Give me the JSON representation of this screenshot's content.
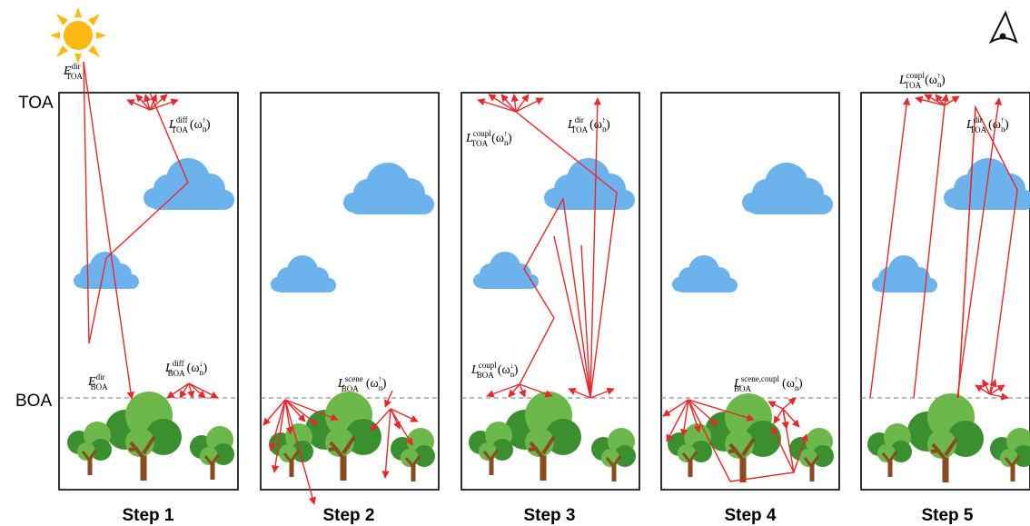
{
  "levels": {
    "top": "TOA",
    "bottom": "BOA"
  },
  "steps": [
    "Step 1",
    "Step 2",
    "Step 3",
    "Step 4",
    "Step 5"
  ],
  "labels": {
    "s1_e_toa": {
      "base": "E",
      "sup": "dir",
      "sub": "TOA",
      "arg": ""
    },
    "s1_l_toa": {
      "base": "L",
      "sup": "diff",
      "sub": "TOA",
      "arg": "(ω",
      "argsub": "n",
      "argsup": "↑",
      "argend": ")"
    },
    "s1_e_boa": {
      "base": "E",
      "sup": "dir",
      "sub": "BOA",
      "arg": ""
    },
    "s1_l_boa": {
      "base": "L",
      "sup": "diff",
      "sub": "BOA",
      "arg": "(ω",
      "argsub": "n",
      "argsup": "↓",
      "argend": ")"
    },
    "s2_l_boa": {
      "base": "L",
      "sup": "scene",
      "sub": "BOA",
      "arg": "(ω",
      "argsub": "n",
      "argsup": "↑",
      "argend": ")"
    },
    "s3_l_coupl_toa": {
      "base": "L",
      "sup": "coupl",
      "sub": "TOA",
      "arg": "(ω",
      "argsub": "n",
      "argsup": "↑",
      "argend": ")"
    },
    "s3_l_dir_toa": {
      "base": "L",
      "sup": "dir",
      "sub": "TOA",
      "arg": "(ω",
      "argsub": "n",
      "argsup": "↑",
      "argend": ")"
    },
    "s3_l_coupl_boa": {
      "base": "L",
      "sup": "coupl",
      "sub": "BOA",
      "arg": "(ω",
      "argsub": "n",
      "argsup": "↓",
      "argend": ")"
    },
    "s4_l_boa": {
      "base": "L",
      "sup": "scene,coupl",
      "sub": "BOA",
      "arg": "(ω",
      "argsub": "n",
      "argsup": "↑",
      "argend": ")"
    },
    "s5_l_coupl_toa": {
      "base": "L",
      "sup": "coupl",
      "sub": "TOA",
      "arg": "(ω",
      "argsub": "n",
      "argsup": "↑",
      "argend": ")"
    },
    "s5_l_dir_toa": {
      "base": "L",
      "sup": "dir",
      "sub": "TOA",
      "arg": "(ω",
      "argsub": "n",
      "argsup": "↑",
      "argend": ")"
    }
  },
  "icons": {
    "sun": "sun-icon",
    "observer": "eye-icon"
  },
  "colors": {
    "ray": "#e8282a",
    "cloud": "#6cb2ec",
    "frame": "#000000",
    "boa_line": "#777777"
  }
}
